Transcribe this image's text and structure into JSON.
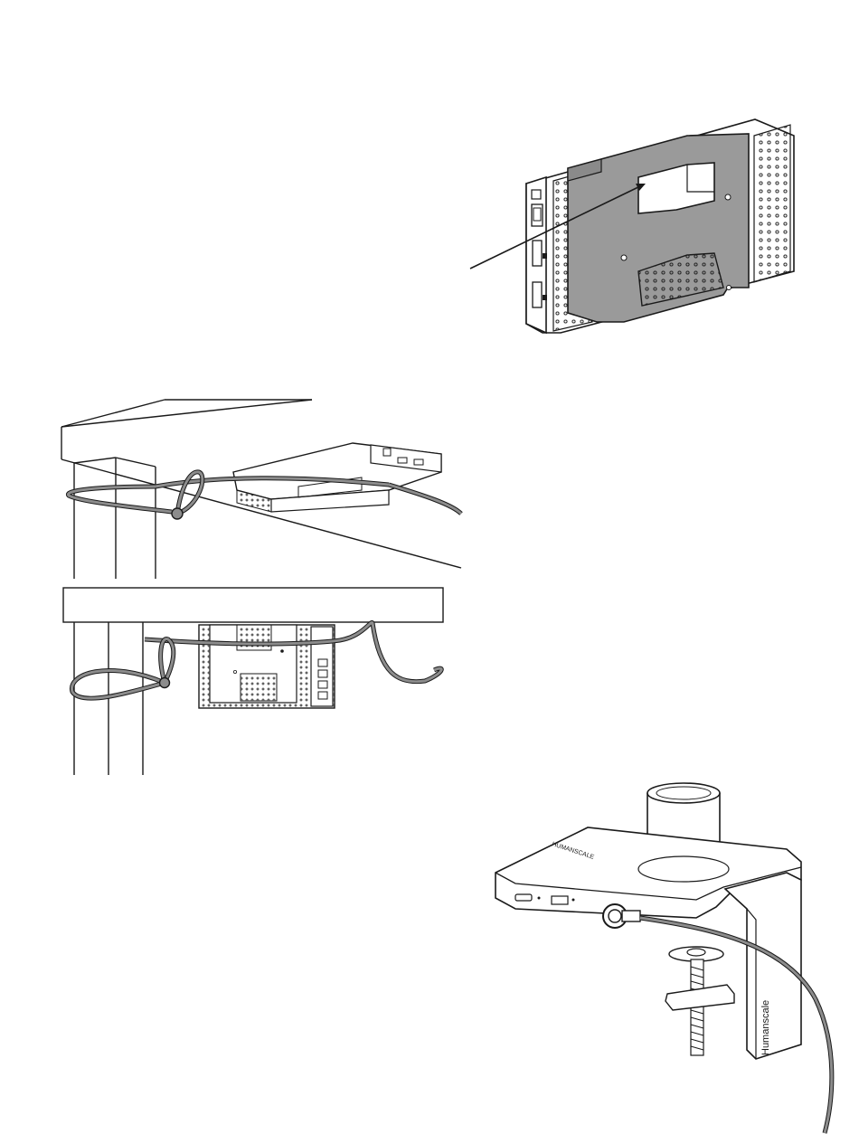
{
  "figures": [
    {
      "id": "docking-bracket"
    },
    {
      "id": "desk-leg-lock-side"
    },
    {
      "id": "desk-leg-lock-front"
    },
    {
      "id": "monitor-clamp-lock"
    }
  ],
  "clamp": {
    "brand_side": "Humanscale",
    "brand_top": "HUMANSCALE"
  },
  "colors": {
    "line": "#1a1a1a",
    "bracket_fill": "#9a9a9a",
    "cable_fill": "#8c8c8c",
    "white": "#ffffff"
  }
}
